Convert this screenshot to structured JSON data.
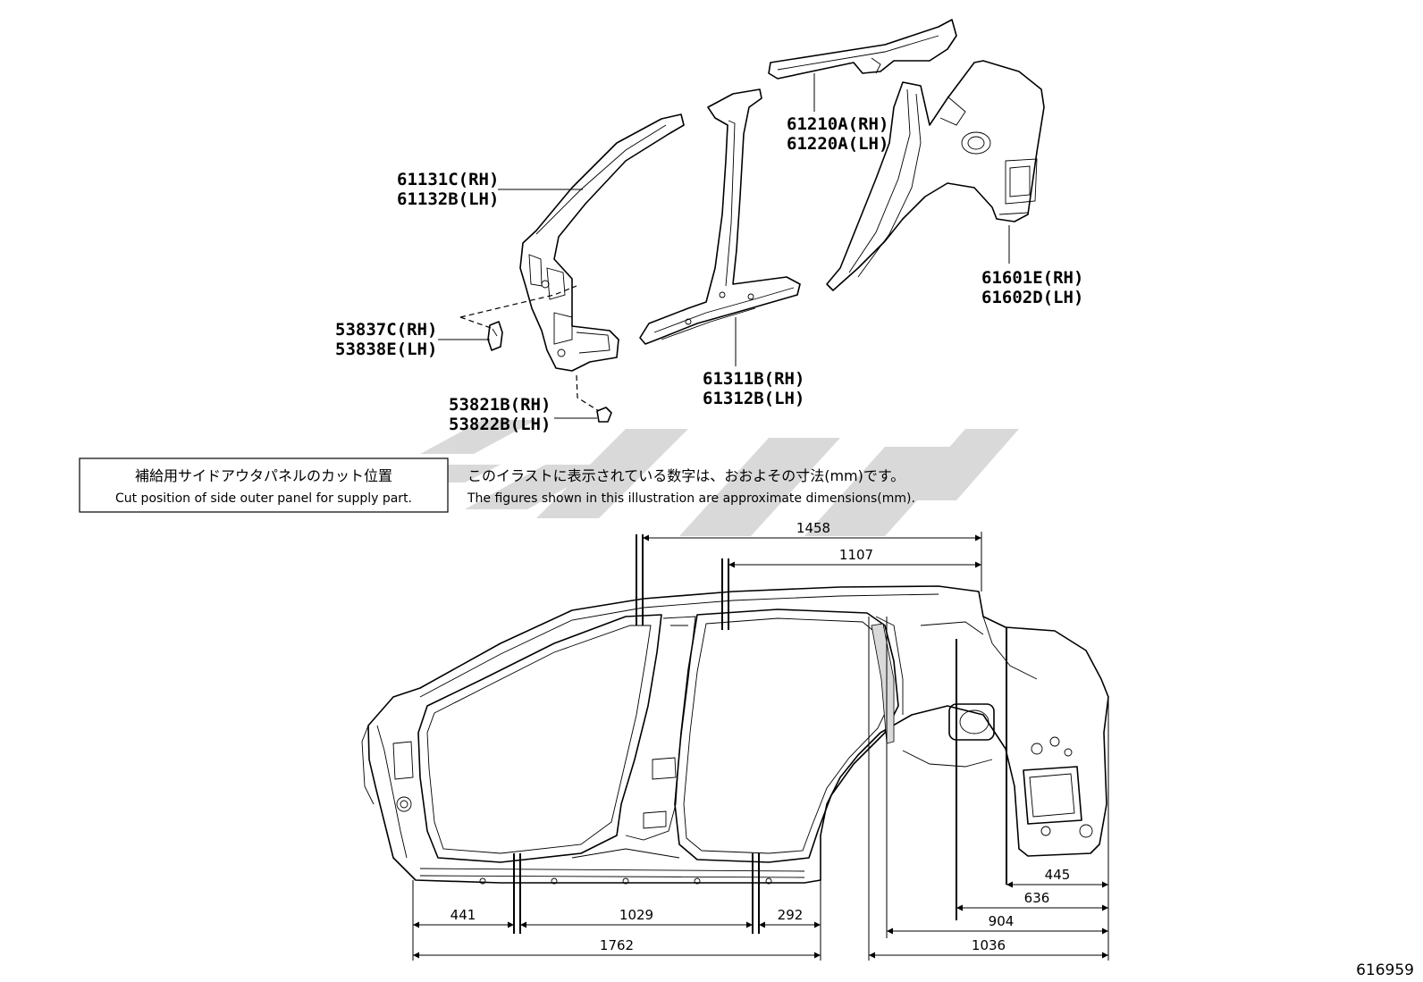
{
  "parts": [
    {
      "id": "a-pillar",
      "rh": "61131C(RH)",
      "lh": "61132B(LH)"
    },
    {
      "id": "roof-rail",
      "rh": "61210A(RH)",
      "lh": "61220A(LH)"
    },
    {
      "id": "quarter-panel",
      "rh": "61601E(RH)",
      "lh": "61602D(LH)"
    },
    {
      "id": "rocker",
      "rh": "61311B(RH)",
      "lh": "61312B(LH)"
    },
    {
      "id": "bracket-upper",
      "rh": "53837C(RH)",
      "lh": "53838E(LH)"
    },
    {
      "id": "bracket-lower",
      "rh": "53821B(RH)",
      "lh": "53822B(LH)"
    }
  ],
  "notes": {
    "cut_position_jp": "補給用サイドアウタパネルのカット位置",
    "cut_position_en": "Cut position of side outer panel for supply part.",
    "figures_jp": "このイラストに表示されている数字は、おおよその寸法(mm)です。",
    "figures_en": "The figures shown in this illustration are approximate dimensions(mm)."
  },
  "dimensions": {
    "top": [
      "1458",
      "1107"
    ],
    "bottom": [
      "441",
      "1029",
      "292",
      "1762"
    ],
    "right": [
      "445",
      "636",
      "904",
      "1036"
    ]
  },
  "figure_id": "616959"
}
